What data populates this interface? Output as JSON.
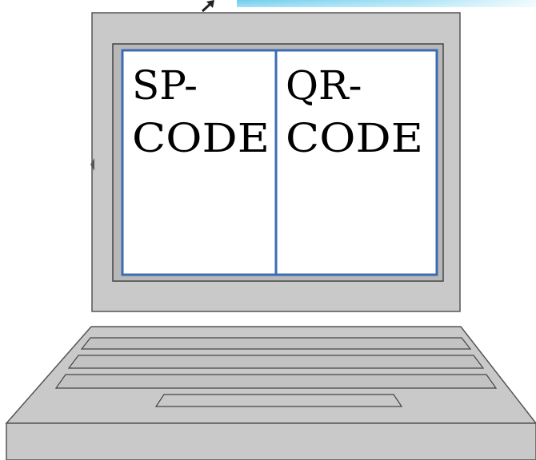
{
  "laptop": {
    "screen": {
      "left_panel": {
        "line1": "SP-",
        "line2": "CODE"
      },
      "right_panel": {
        "line1": "QR-",
        "line2": "CODE"
      }
    }
  },
  "colors": {
    "laptop_body": "#c9c9c9",
    "bezel_inner": "#b5b5b5",
    "screen_border": "#3b6cb3",
    "outline": "#333333",
    "banner_gradient_start": "#7fd3f0",
    "banner_gradient_end": "#e8f8fd"
  },
  "icons": {
    "top_arrow": "arrow-up-right-icon",
    "banner": "gradient-bar-decoration"
  }
}
